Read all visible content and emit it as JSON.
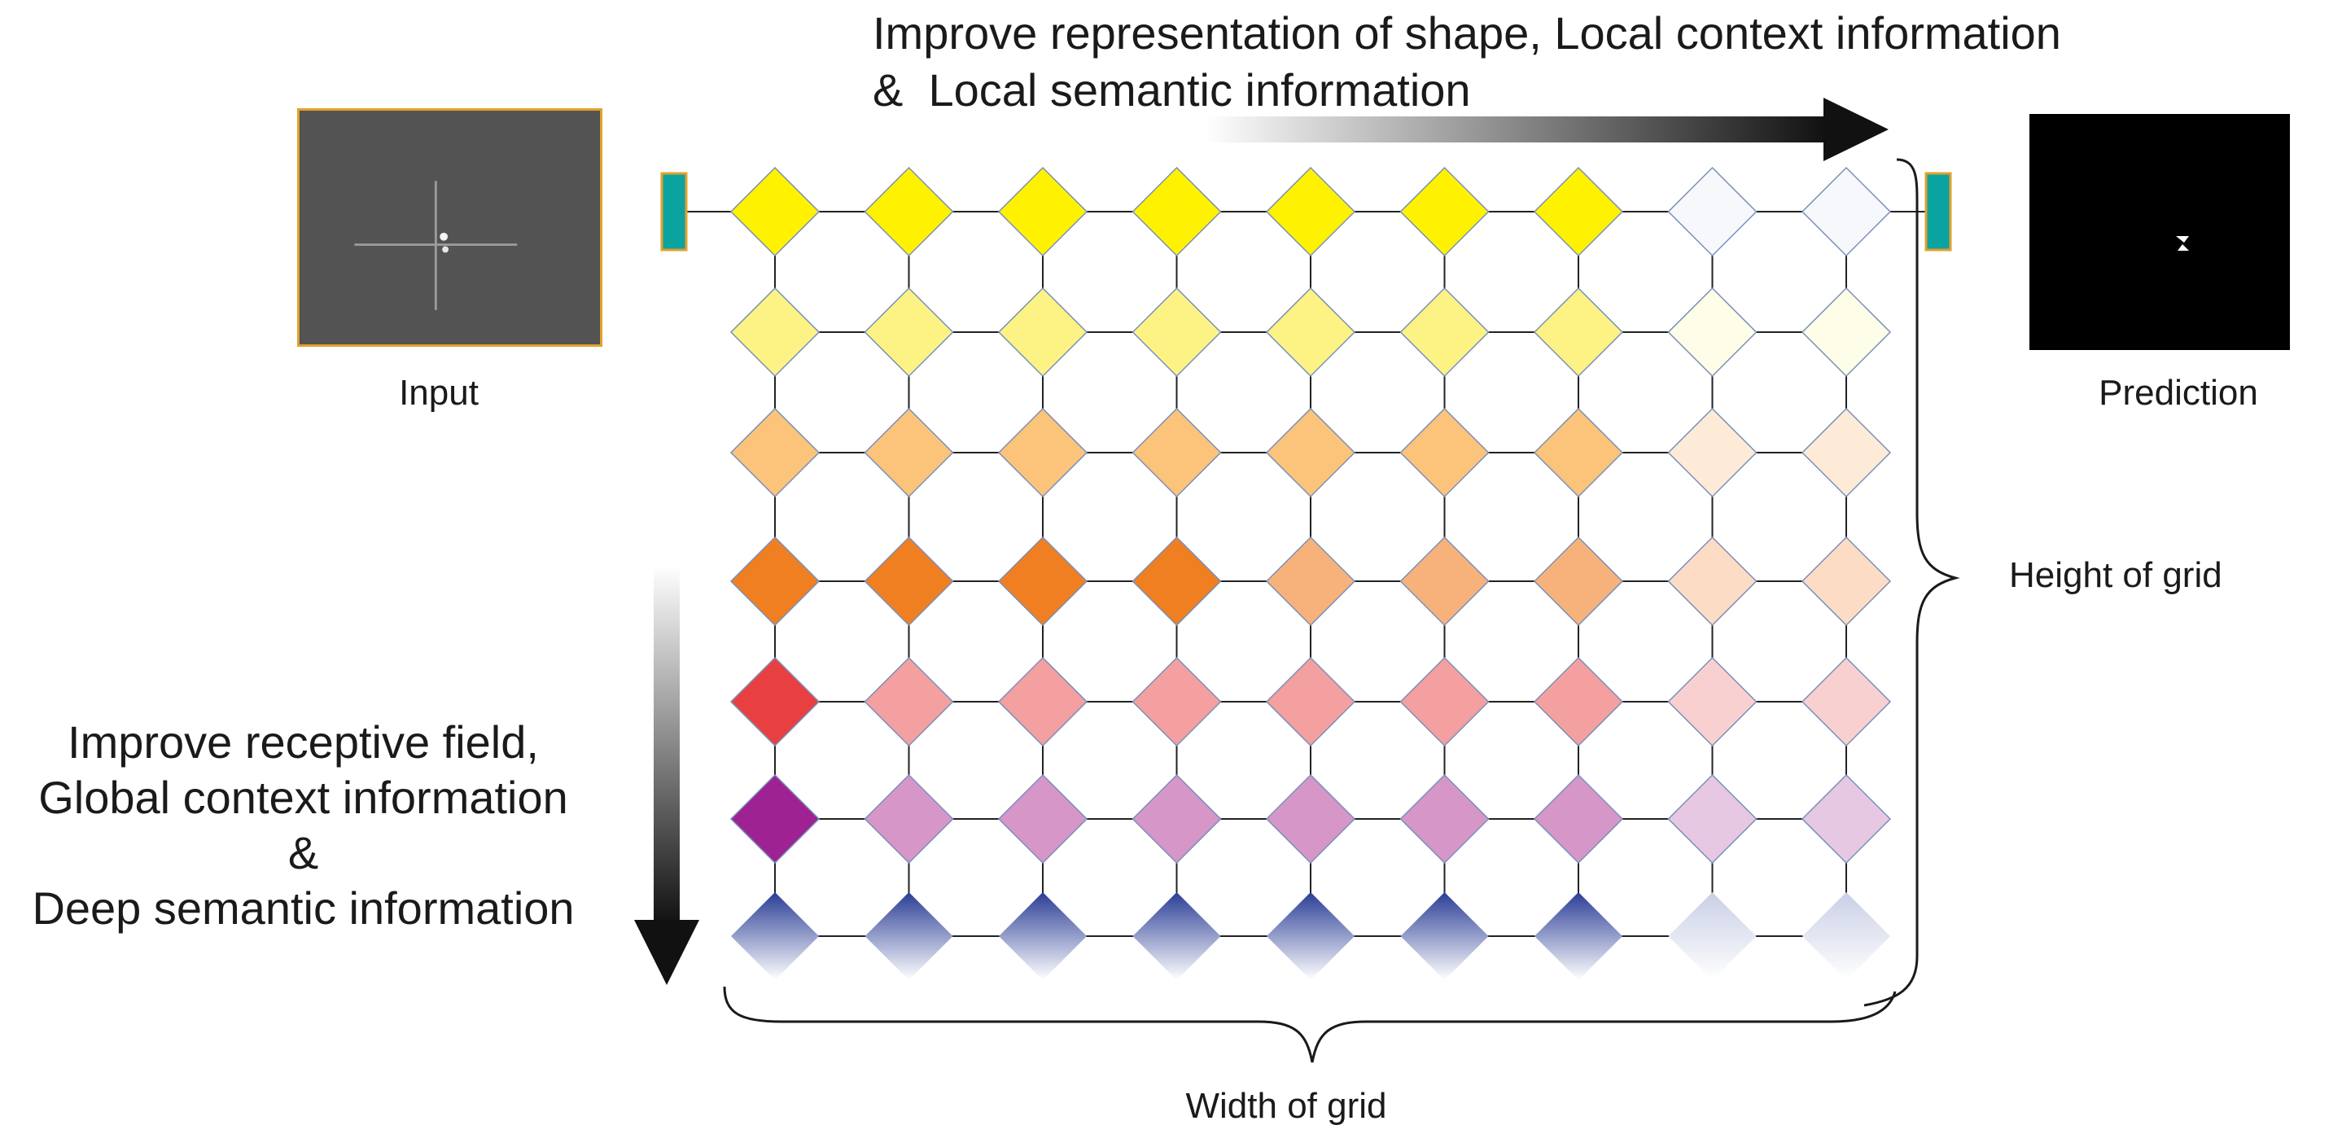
{
  "top_text": {
    "line1": "Improve representation of shape, Local context information",
    "line2": "&  Local semantic information"
  },
  "left_text": {
    "line1": "Improve receptive field,",
    "line2": "Global context information",
    "line3": "&",
    "line4": "Deep semantic information"
  },
  "input_label": "Input",
  "prediction_label": "Prediction",
  "height_label": "Height of grid",
  "width_label": "Width of grid",
  "grid": {
    "rows": 7,
    "cols": 9,
    "row_colors": [
      {
        "dark": "#fff200",
        "light": "#f6f8fc",
        "dark_cols": 7
      },
      {
        "dark": "#fdf384",
        "light": "#fdfde8",
        "dark_cols": 7
      },
      {
        "dark": "#fbc47a",
        "light": "#fdebd8",
        "dark_cols": 7
      },
      {
        "dark": "#f07f22",
        "mid": "#f7b27c",
        "light": "#fcdcc4",
        "dark_cols": 4,
        "mid_cols": 3
      },
      {
        "dark": "#e84040",
        "mid": "#f4a0a0",
        "light": "#f9d0d0",
        "dark_cols": 1,
        "mid_cols": 6
      },
      {
        "dark": "#9e2291",
        "mid": "#d696c8",
        "light": "#e6c8e2",
        "dark_cols": 1,
        "mid_cols": 6
      },
      {
        "dark": "#2b3e96",
        "light": "#c9cfe6",
        "dark_cols": 7,
        "gradient": true
      }
    ],
    "connector_color": "#e6a92a",
    "end_block_color": "#0aa39f"
  },
  "arrows": {
    "horizontal": "gradient-right-arrow",
    "vertical": "gradient-down-arrow"
  }
}
